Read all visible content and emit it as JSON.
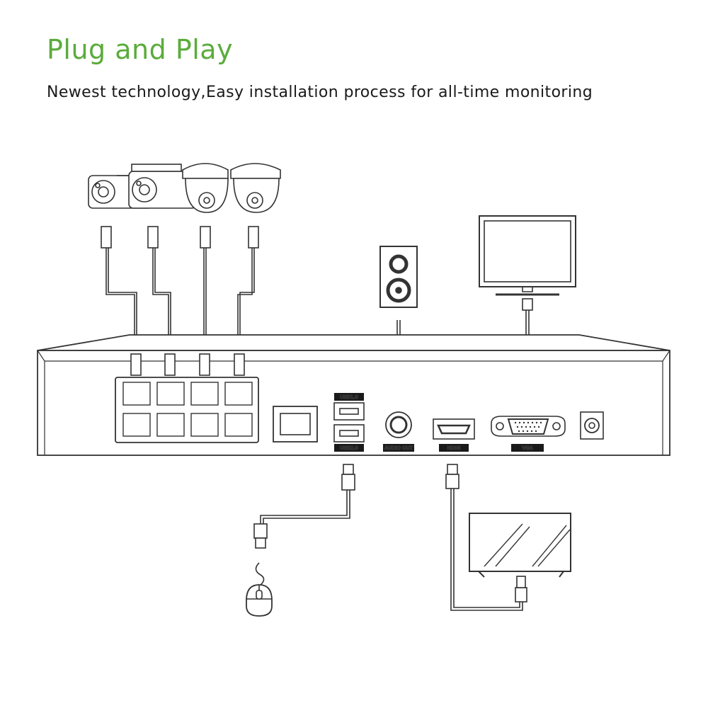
{
  "header": {
    "title": "Plug and Play",
    "subtitle": "Newest technology,Easy installation process for all-time monitoring"
  },
  "ports": {
    "usb1": "USB1.0",
    "usb2": "USB2.0",
    "audio": "AUDIO OUT",
    "hdmi": "HDMI",
    "vga": "VGA"
  },
  "colors": {
    "title": "#5aac3b",
    "line": "#333333",
    "label_bg": "#1a1a1a"
  }
}
